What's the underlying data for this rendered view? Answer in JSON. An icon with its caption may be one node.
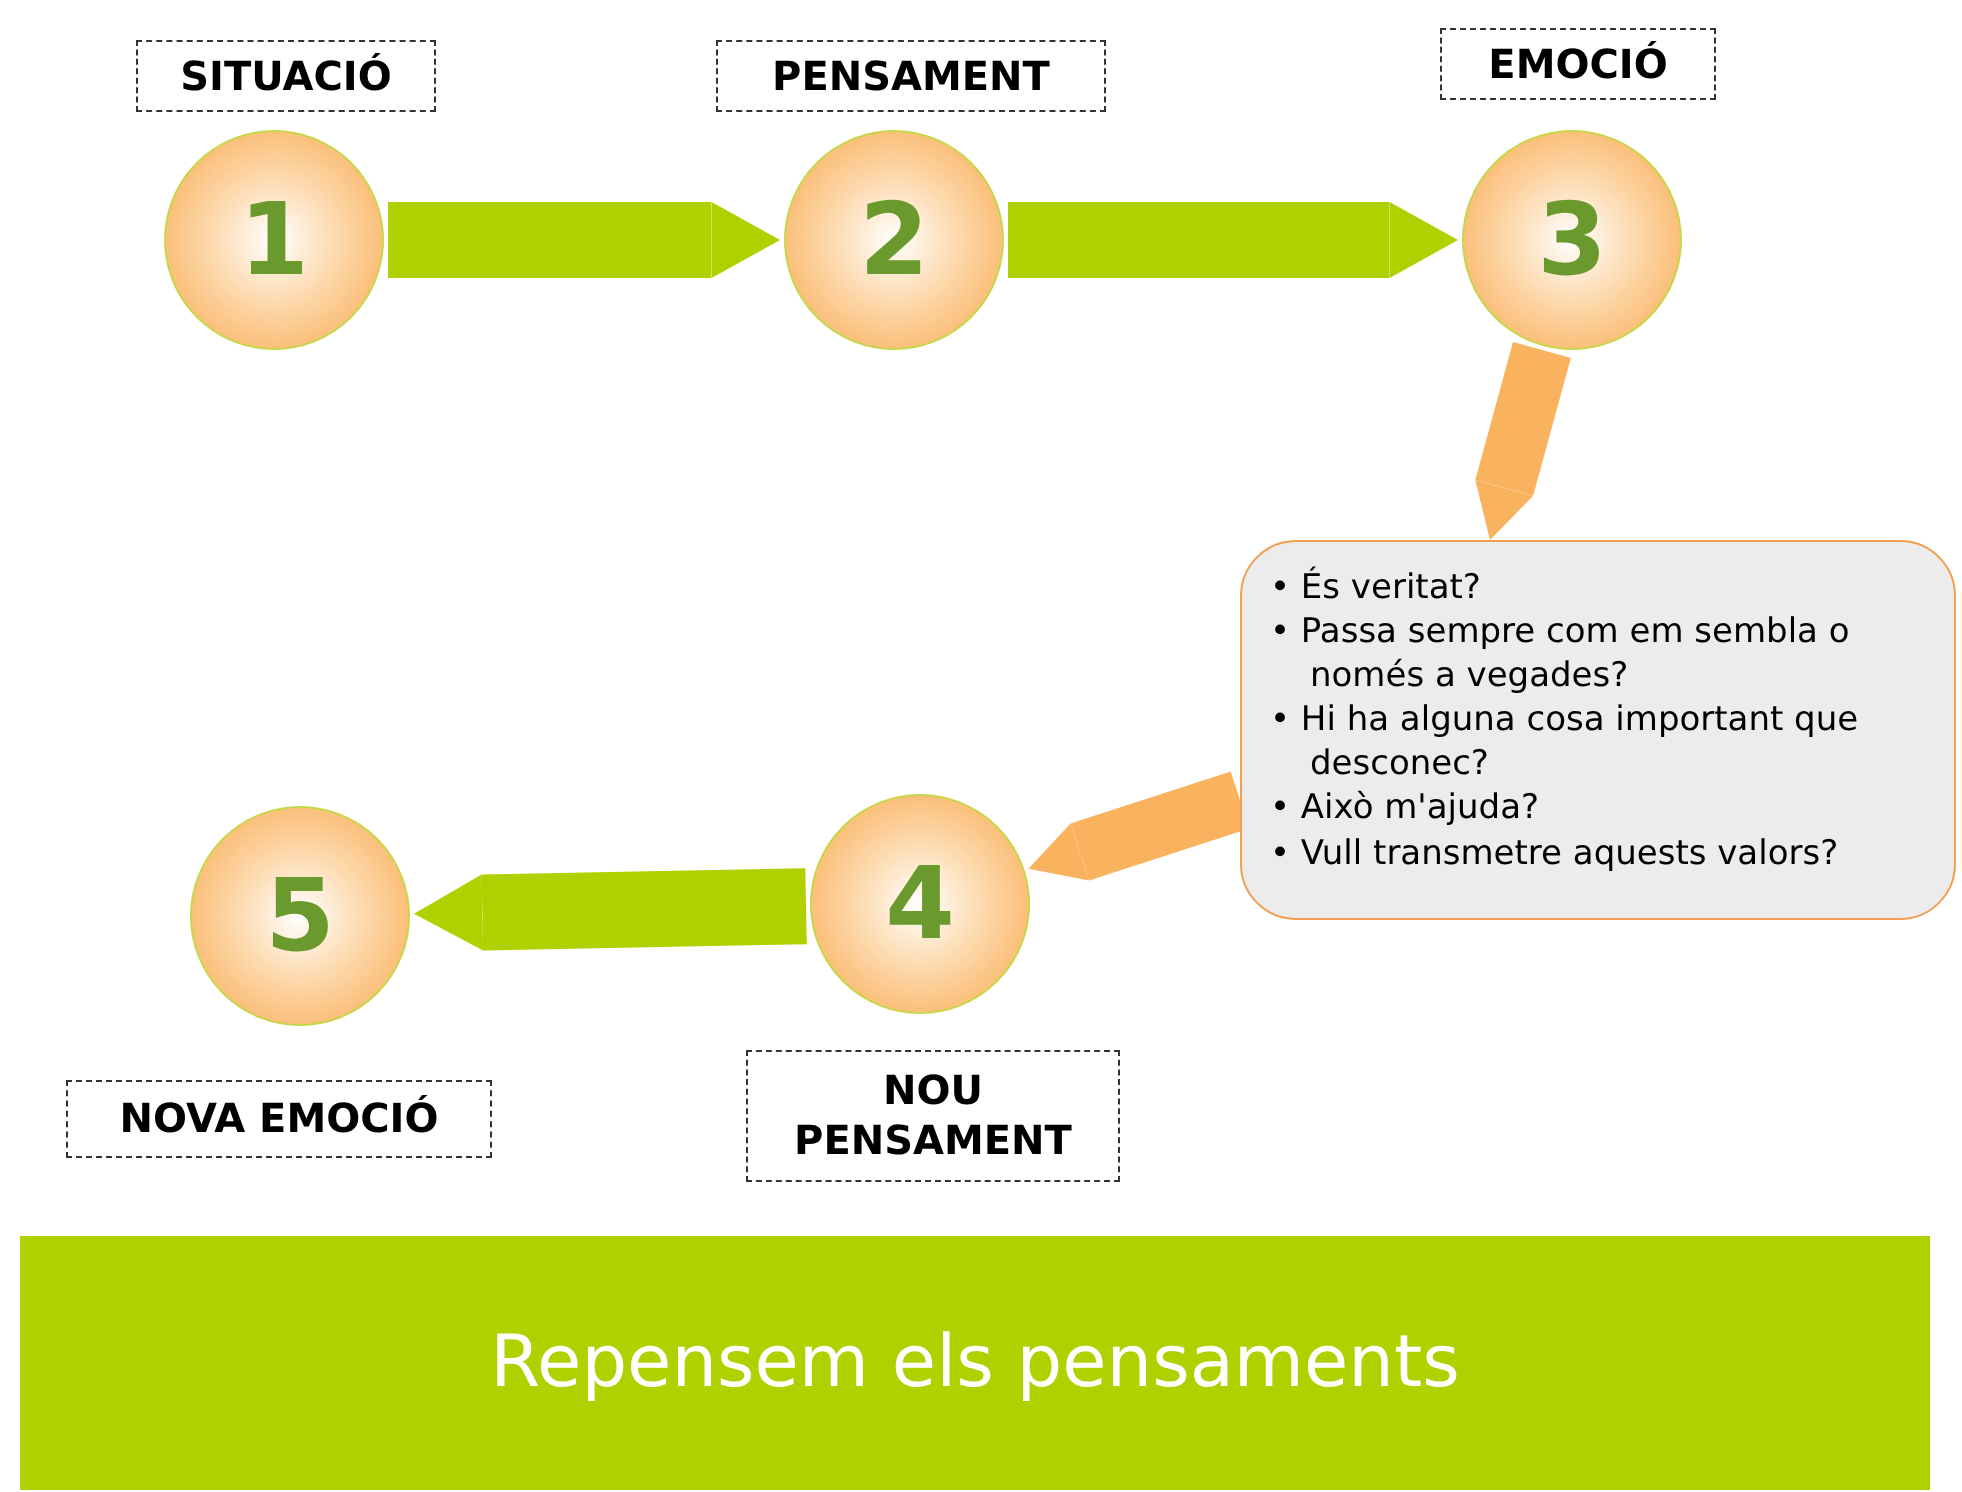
{
  "diagram": {
    "title": "Repensem els pensaments",
    "nodes": [
      {
        "text": [
          "SITUACIÓ",
          "1"
        ]
      },
      {
        "text": [
          "PENSAMENT",
          "2"
        ]
      },
      {
        "text": [
          "EMOCIÓ",
          "3"
        ]
      },
      {
        "text": [
          "• És veritat?",
          "• Passa sempre com em sembla o només a vegades?",
          "• Hi ha alguna cosa important que desconec?",
          "• Això m'ajuda?",
          "• Vull transmetre aquests valors?"
        ]
      },
      {
        "text": [
          "4",
          "NOU PENSAMENT"
        ]
      },
      {
        "text": [
          "5",
          "NOVA EMOCIÓ"
        ]
      }
    ],
    "edges": [
      {
        "from": 0,
        "to": 1,
        "arrow": "to"
      },
      {
        "from": 1,
        "to": 2,
        "arrow": "to"
      },
      {
        "from": 2,
        "to": 3,
        "arrow": "to",
        "color": "#f9b25e"
      },
      {
        "from": 3,
        "to": 4,
        "arrow": "to",
        "color": "#f9b25e"
      },
      {
        "from": 4,
        "to": 5,
        "arrow": "to"
      }
    ]
  }
}
